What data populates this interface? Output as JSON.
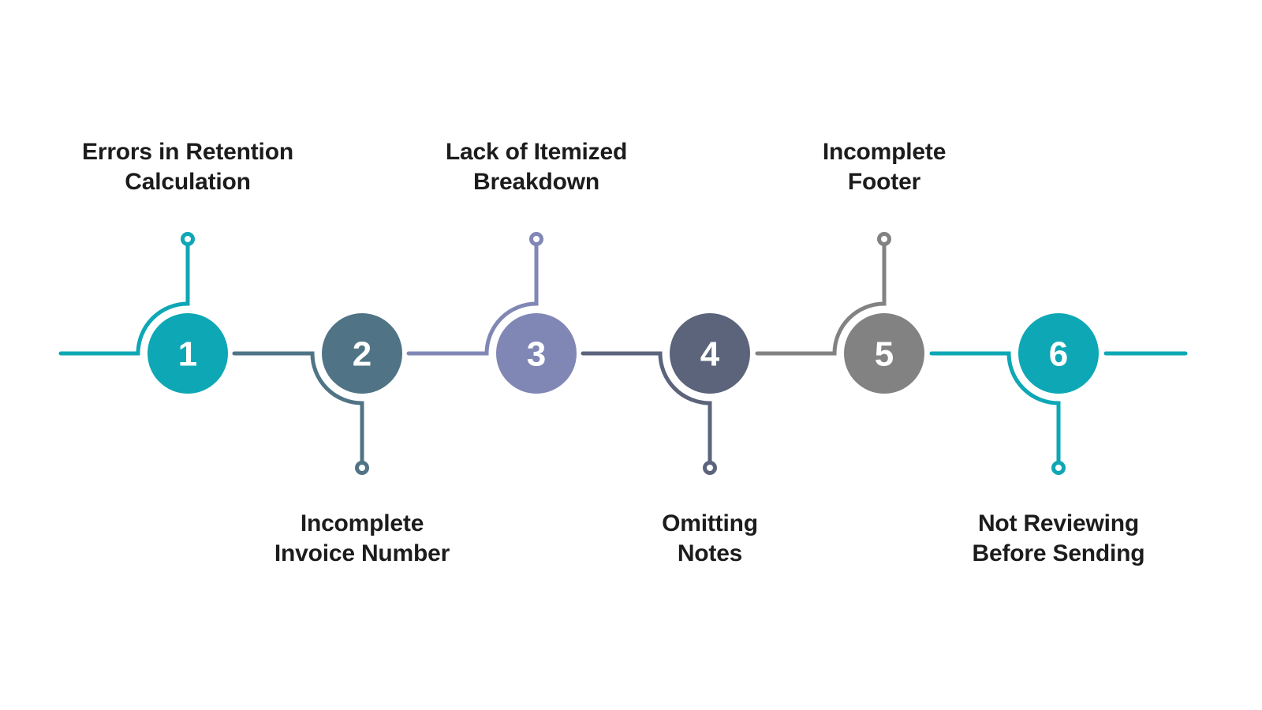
{
  "diagram": {
    "background_color": "#ffffff",
    "label_color": "#1c1c1c",
    "number_color": "#ffffff",
    "nodes": [
      {
        "number": "1",
        "label_line1": "Errors in Retention",
        "label_line2": "Calculation",
        "label_position": "top",
        "color": "#0ea7b5"
      },
      {
        "number": "2",
        "label_line1": "Incomplete",
        "label_line2": "Invoice Number",
        "label_position": "bottom",
        "color": "#507486"
      },
      {
        "number": "3",
        "label_line1": "Lack of Itemized",
        "label_line2": "Breakdown",
        "label_position": "top",
        "color": "#8187b5"
      },
      {
        "number": "4",
        "label_line1": "Omitting",
        "label_line2": "Notes",
        "label_position": "bottom",
        "color": "#5b647b"
      },
      {
        "number": "5",
        "label_line1": "Incomplete",
        "label_line2": "Footer",
        "label_position": "top",
        "color": "#828282"
      },
      {
        "number": "6",
        "label_line1": "Not Reviewing",
        "label_line2": "Before Sending",
        "label_position": "bottom",
        "color": "#0ea7b5"
      }
    ]
  }
}
